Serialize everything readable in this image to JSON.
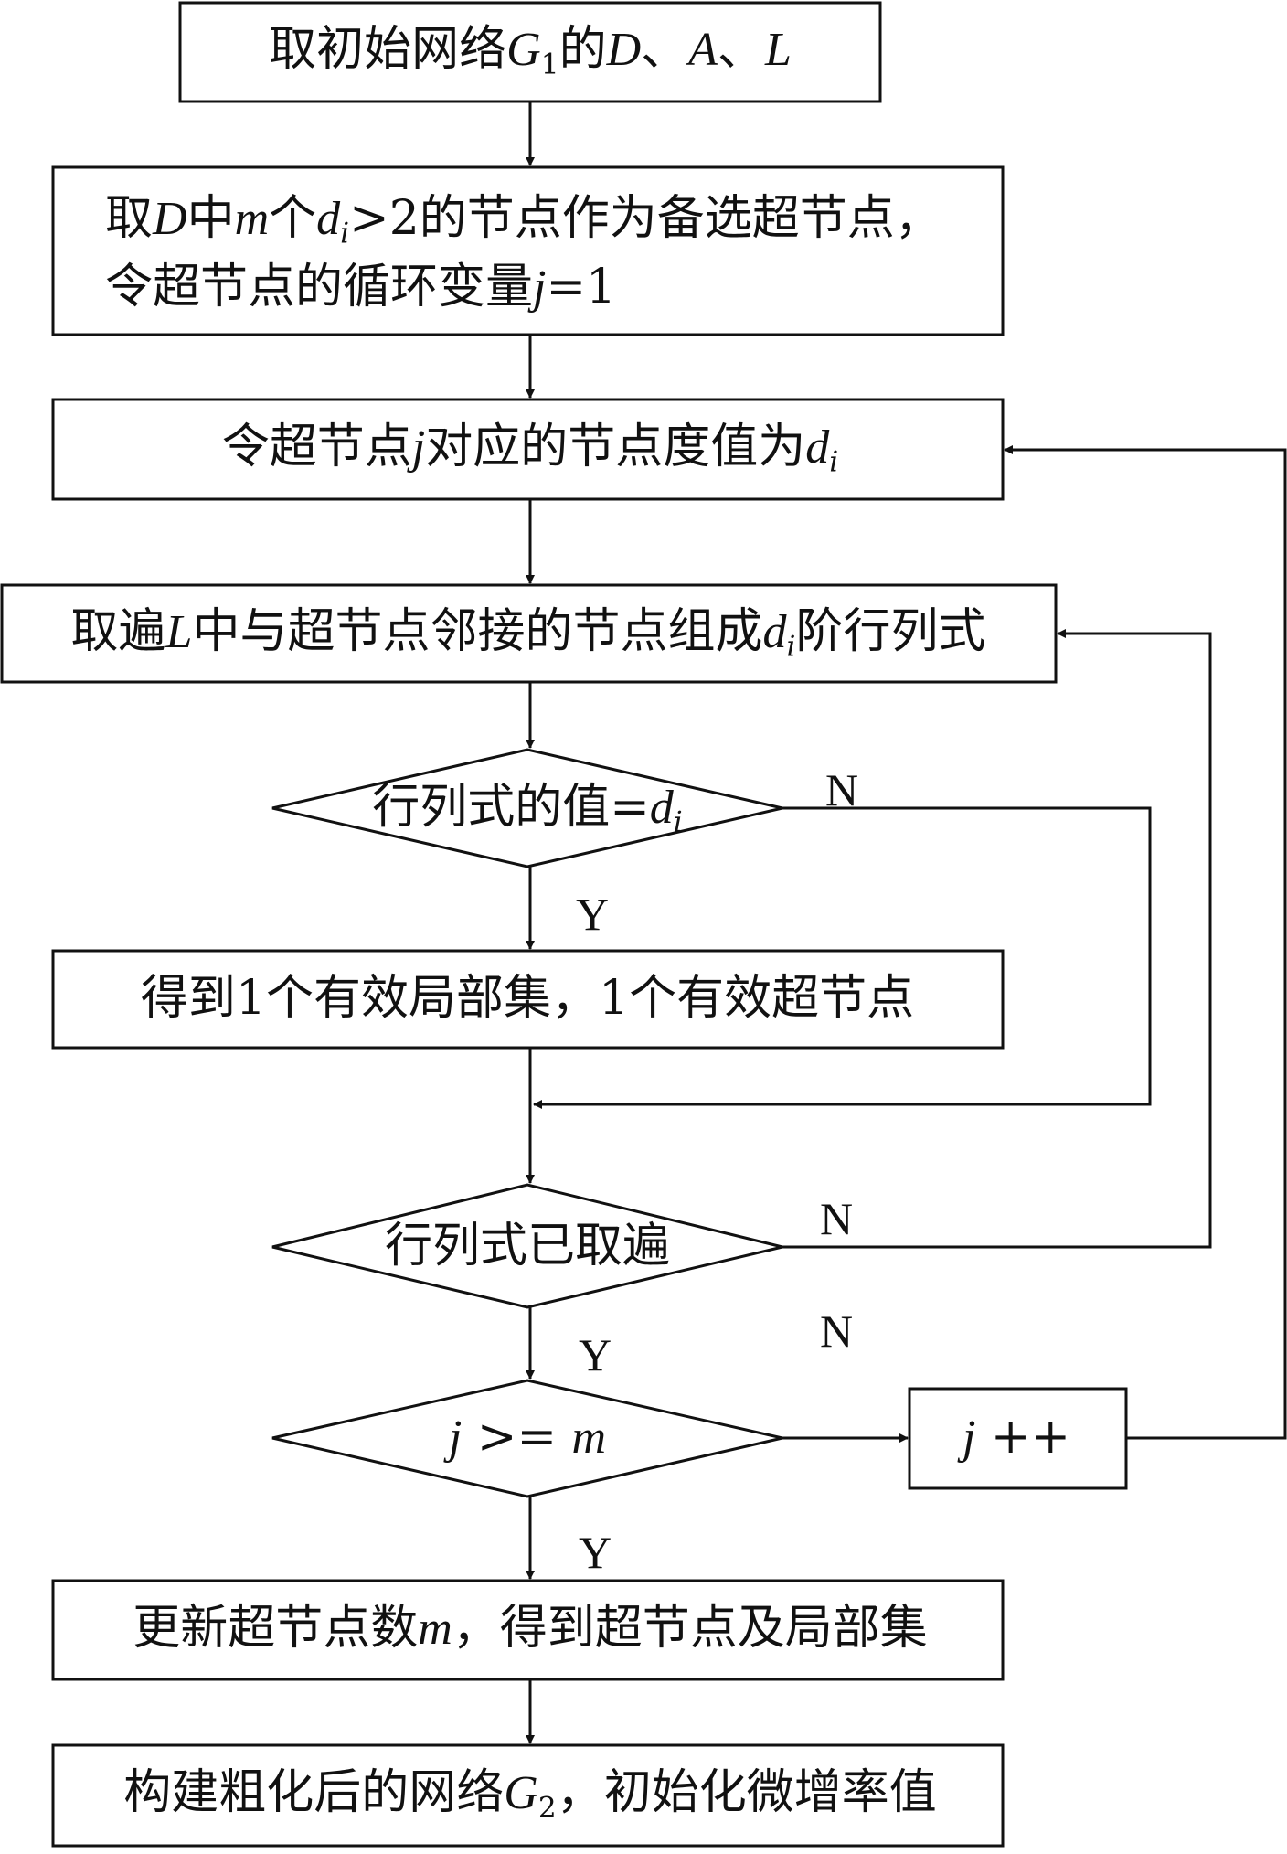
{
  "diagram": {
    "nodes": [
      {
        "id": "init",
        "shape": "rect",
        "parts": [
          {
            "t": "取初始网络"
          },
          {
            "t": "G",
            "i": true
          },
          {
            "t": "1",
            "sub": true
          },
          {
            "t": "的"
          },
          {
            "t": "D",
            "i": true
          },
          {
            "t": "、"
          },
          {
            "t": "A",
            "i": true
          },
          {
            "t": "、"
          },
          {
            "t": "L",
            "i": true
          }
        ]
      },
      {
        "id": "select",
        "shape": "rect",
        "lines": [
          [
            {
              "t": "取"
            },
            {
              "t": "D",
              "i": true
            },
            {
              "t": "中"
            },
            {
              "t": "m",
              "i": true
            },
            {
              "t": "个"
            },
            {
              "t": "d",
              "i": true
            },
            {
              "t": "i",
              "sub": true,
              "i": true
            },
            {
              "t": ">2的节点作为备选超节点，"
            }
          ],
          [
            {
              "t": "令超节点的循环变量"
            },
            {
              "t": "j",
              "i": true
            },
            {
              "t": "=1"
            }
          ]
        ]
      },
      {
        "id": "degree",
        "shape": "rect",
        "parts": [
          {
            "t": "令超节点"
          },
          {
            "t": "j",
            "i": true
          },
          {
            "t": "对应的节点度值为"
          },
          {
            "t": "d",
            "i": true
          },
          {
            "t": "i",
            "sub": true,
            "i": true
          }
        ]
      },
      {
        "id": "form",
        "shape": "rect",
        "parts": [
          {
            "t": "取遍"
          },
          {
            "t": "L",
            "i": true
          },
          {
            "t": "中与超节点邻接的节点组成"
          },
          {
            "t": "d",
            "i": true
          },
          {
            "t": "i",
            "sub": true,
            "i": true
          },
          {
            "t": "阶行列式"
          }
        ]
      },
      {
        "id": "check-value",
        "shape": "diamond",
        "parts": [
          {
            "t": "行列式的值="
          },
          {
            "t": "d",
            "i": true
          },
          {
            "t": "i",
            "sub": true,
            "i": true
          }
        ]
      },
      {
        "id": "result",
        "shape": "rect",
        "parts": [
          {
            "t": "得到1个有效局部集，1个有效超节点"
          }
        ]
      },
      {
        "id": "check-all",
        "shape": "diamond",
        "parts": [
          {
            "t": "行列式已取遍"
          }
        ]
      },
      {
        "id": "check-j",
        "shape": "diamond",
        "parts": [
          {
            "t": "j",
            "i": true
          },
          {
            "t": " >= "
          },
          {
            "t": "m",
            "i": true
          }
        ]
      },
      {
        "id": "increment",
        "shape": "rect",
        "parts": [
          {
            "t": "j",
            "i": true
          },
          {
            "t": " ++"
          }
        ]
      },
      {
        "id": "update",
        "shape": "rect",
        "parts": [
          {
            "t": "更新超节点数"
          },
          {
            "t": "m",
            "i": true
          },
          {
            "t": "，得到超节点及局部集"
          }
        ]
      },
      {
        "id": "build",
        "shape": "rect",
        "parts": [
          {
            "t": "构建粗化后的网络"
          },
          {
            "t": "G",
            "i": true
          },
          {
            "t": "2",
            "sub": true
          },
          {
            "t": "，初始化微增率值"
          }
        ]
      }
    ],
    "edge_labels": {
      "value_no": "N",
      "value_yes": "Y",
      "all_no": "N",
      "all_yes": "Y",
      "j_no": "N",
      "j_yes": "Y"
    }
  }
}
